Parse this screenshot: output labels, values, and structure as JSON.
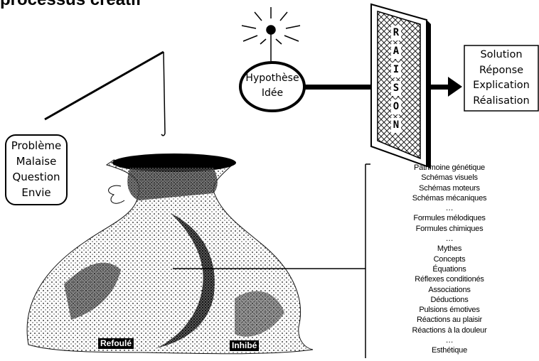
{
  "title": "processus créatif",
  "problem_box": [
    "Problème",
    "Malaise",
    "Question",
    "Envie"
  ],
  "hypothesis_bubble": [
    "Hypothèse",
    "Idée"
  ],
  "reason_panel": [
    "R",
    "A",
    "I",
    "S",
    "O",
    "N"
  ],
  "solution_box": [
    "Solution",
    "Réponse",
    "Explication",
    "Réalisation"
  ],
  "bag_labels": {
    "left": "Refoulé",
    "right": "Inhibé"
  },
  "bag_contents": [
    "Patrimoine génétique",
    "Schémas visuels",
    "Schémas moteurs",
    "Schémas mécaniques",
    "…",
    "Formules mélodiques",
    "Formules chimiques",
    "…",
    "Mythes",
    "Concepts",
    "Équations",
    "Réflexes conditionés",
    "Associations",
    "Déductions",
    "Pulsions émotives",
    "Réactions au plaisir",
    "Réactions à la douleur",
    "…",
    "Esthétique"
  ],
  "icons": [
    "lightbulb-icon",
    "fishing-rod-icon",
    "arrow-icon",
    "bag-icon",
    "grid-window-icon"
  ]
}
